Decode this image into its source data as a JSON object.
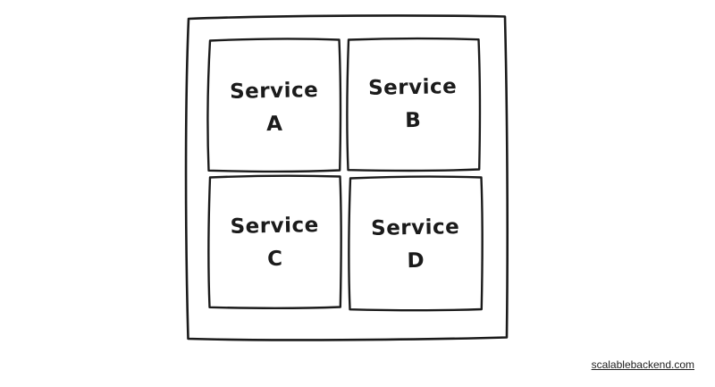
{
  "page": {
    "background": "#ffffff"
  },
  "diagram": {
    "type": "sketch",
    "stroke_color": "#1b1b1b",
    "description": "Outer system boundary box containing four service boxes in a 2x2 grid",
    "services": [
      {
        "id": "service-a",
        "line1": "Service",
        "line2": "A"
      },
      {
        "id": "service-b",
        "line1": "Service",
        "line2": "B"
      },
      {
        "id": "service-c",
        "line1": "Service",
        "line2": "C"
      },
      {
        "id": "service-d",
        "line1": "Service",
        "line2": "D"
      }
    ]
  },
  "watermark": {
    "text": "scalablebackend.com"
  }
}
